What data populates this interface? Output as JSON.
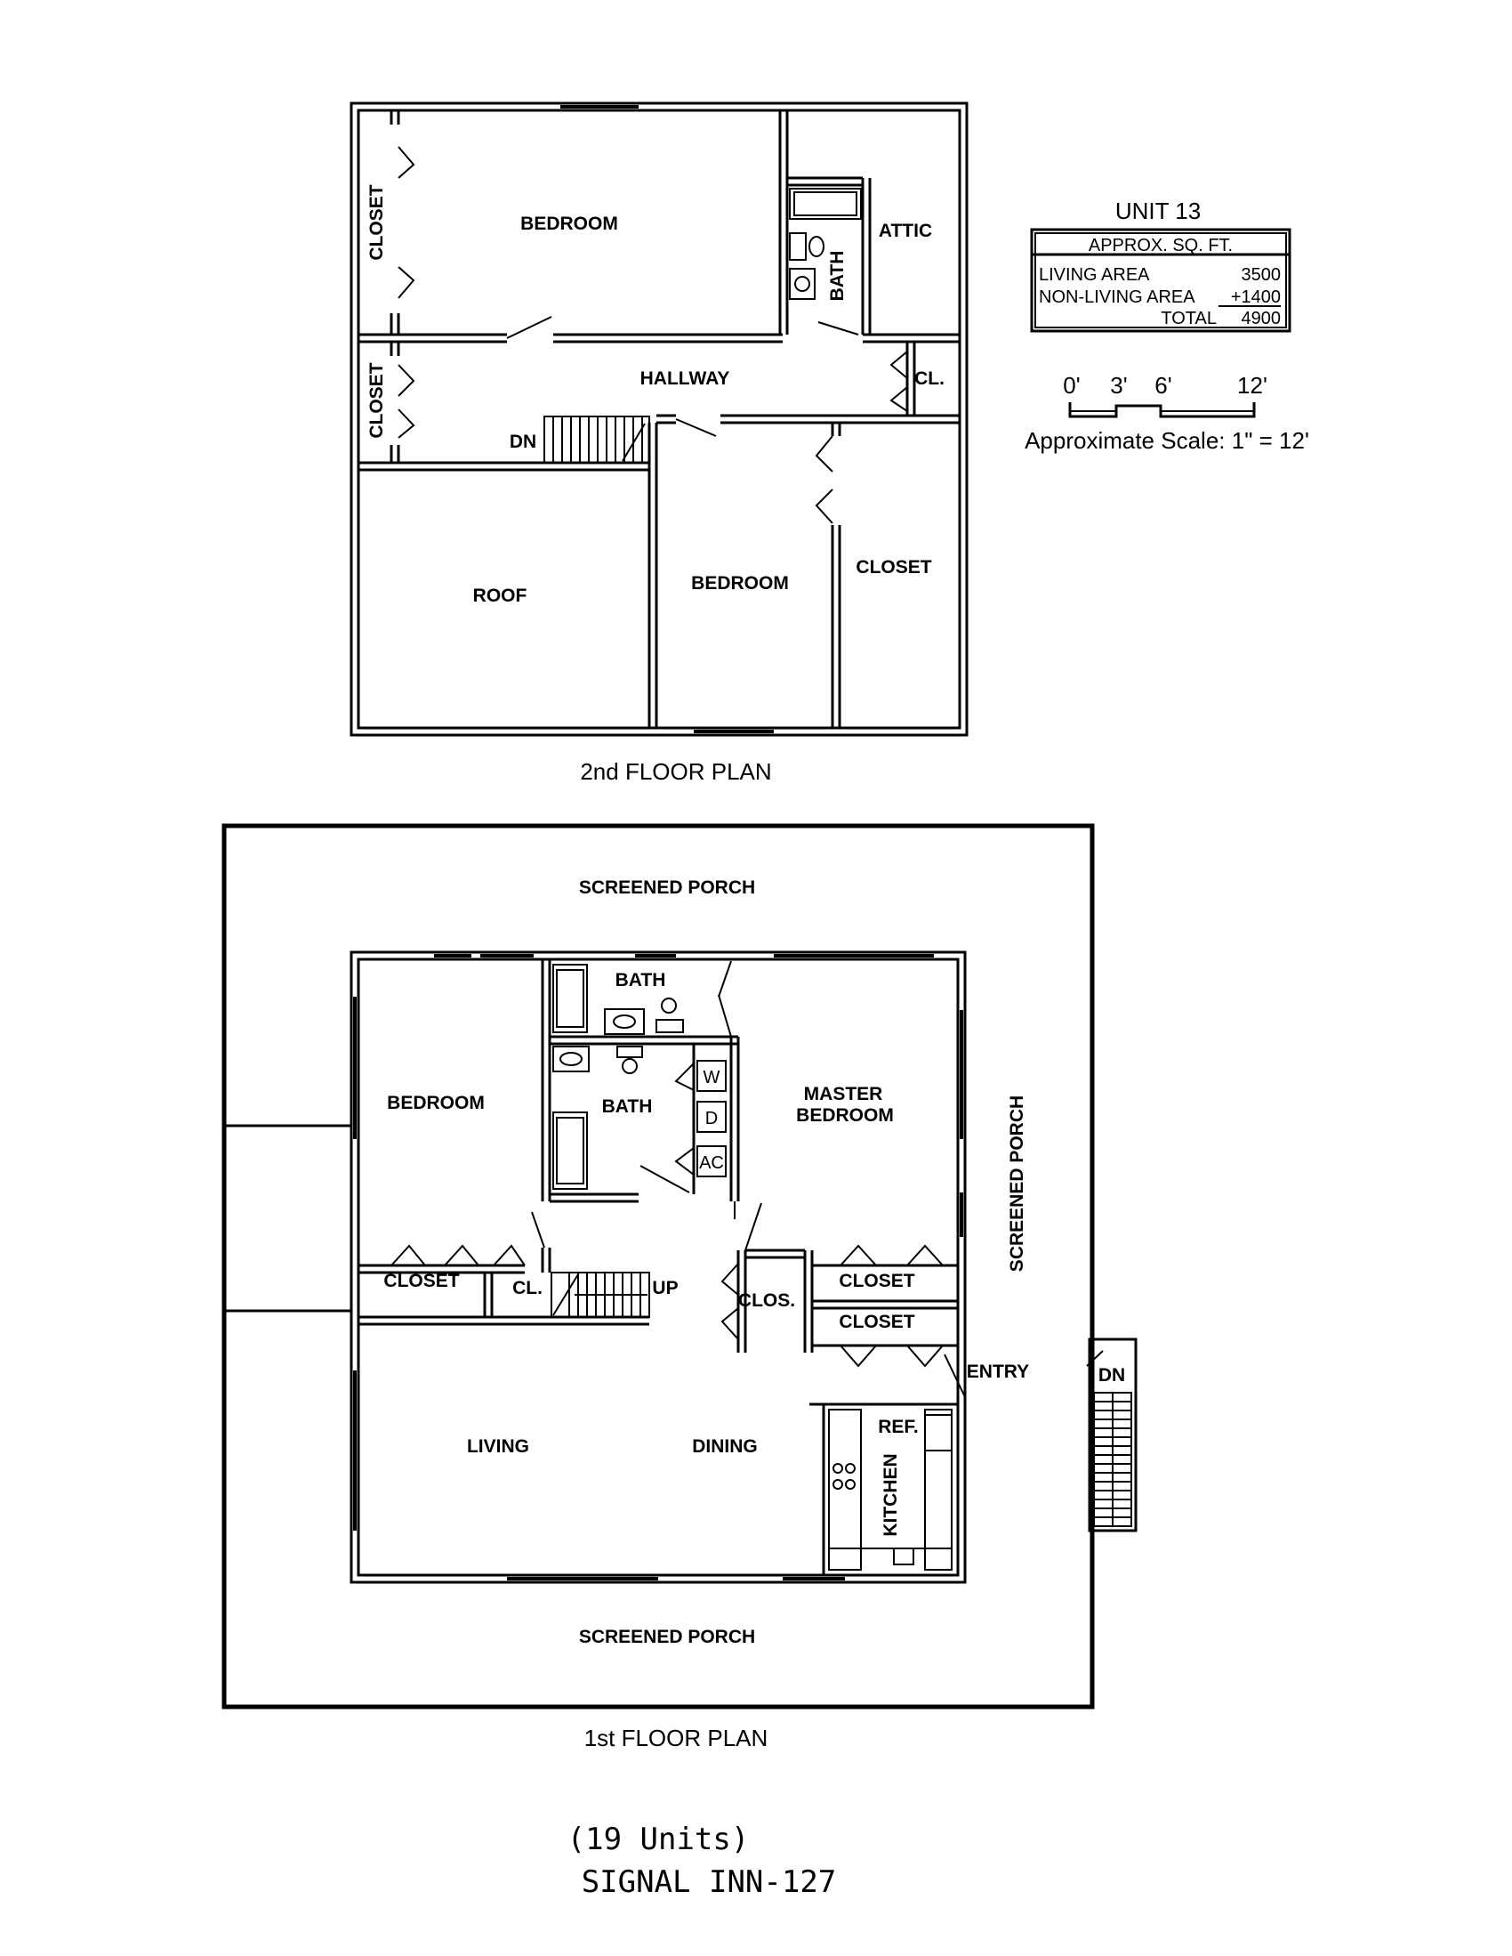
{
  "second_floor": {
    "title": "2nd FLOOR PLAN",
    "rooms": {
      "bedroom_top": "BEDROOM",
      "closet_top_left": "CLOSET",
      "attic": "ATTIC",
      "bath": "BATH",
      "hallway": "HALLWAY",
      "closet_hall_left": "CLOSET",
      "closet_small": "CL.",
      "stair_down": "DN",
      "roof": "ROOF",
      "bedroom_bottom": "BEDROOM",
      "closet_bottom_right": "CLOSET"
    }
  },
  "first_floor": {
    "title": "1st FLOOR PLAN",
    "rooms": {
      "porch_top": "SCREENED PORCH",
      "porch_right": "SCREENED PORCH",
      "porch_bottom": "SCREENED PORCH",
      "bath_upper": "BATH",
      "bath_lower": "BATH",
      "bedroom": "BEDROOM",
      "master_bedroom_line1": "MASTER",
      "master_bedroom_line2": "BEDROOM",
      "washer": "W",
      "dryer": "D",
      "ac": "AC",
      "closet_left": "CLOSET",
      "closet_small": "CL.",
      "stair_up": "UP",
      "clos": "CLOS.",
      "closet_right_upper": "CLOSET",
      "closet_right_lower": "CLOSET",
      "entry": "ENTRY",
      "stair_down": "DN",
      "refrigerator": "REF.",
      "kitchen": "KITCHEN",
      "living": "LIVING",
      "dining": "DINING"
    }
  },
  "unit_info": {
    "unit": "UNIT 13",
    "table_header": "APPROX. SQ. FT.",
    "rows": [
      {
        "label": "LIVING AREA",
        "value": "3500"
      },
      {
        "label": "NON-LIVING AREA",
        "value": "+1400"
      },
      {
        "label": "TOTAL",
        "value": "4900"
      }
    ]
  },
  "scale": {
    "ticks": [
      "0'",
      "3'",
      "6'",
      "12'"
    ],
    "caption": "Approximate Scale: 1\" = 12'"
  },
  "footer": {
    "units": "(19 Units)",
    "name": "SIGNAL INN-127"
  }
}
